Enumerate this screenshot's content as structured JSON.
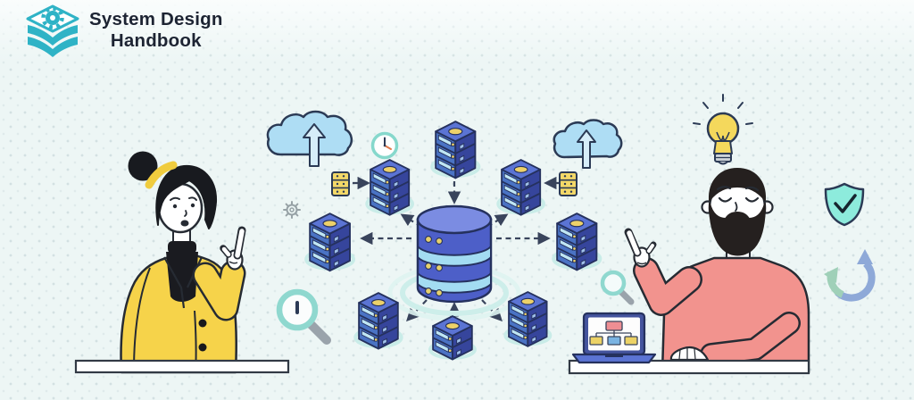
{
  "page": {
    "title": "System Design Handbook",
    "kind": "illustration-banner"
  },
  "logo": {
    "icon": "layered-book-gear-icon",
    "line1": "System Design",
    "line2": "Handbook",
    "text_color": "#1d2433",
    "icon_color": "#2fb3c6"
  },
  "palette": {
    "background": "#edf6f5",
    "outline_tech": "#2a3150",
    "outline_people": "#262b33",
    "server_face": "#4a73c4",
    "server_side": "#36459c",
    "server_top": "#5b74d4",
    "server_slot": "#bfe6f4",
    "database_body": "#4d5fc8",
    "database_top": "#7b8ce2",
    "database_band": "#a3dcf2",
    "accent_yellow": "#f6d34a",
    "accent_pink": "#f2938e",
    "accent_teal": "#8fd8cf",
    "cloud_blue": "#aeddf4",
    "ring_teal": "#c9ece8",
    "indicator_yellow": "#edd169"
  },
  "scene": {
    "left_character": "woman with hair bun and yellow blazer pointing up",
    "right_character": "bearded man in pink sweater pointing left",
    "center_diagram": "database cylinder linked to eight server racks by dashed arrows",
    "icons": [
      "upload-cloud-icon",
      "clock-icon",
      "gear-icon",
      "drawer-cabinet-icon",
      "magnifier-icon",
      "lightbulb-icon",
      "shield-check-icon",
      "refresh-arrows-icon",
      "laptop-flowchart-icon"
    ]
  }
}
